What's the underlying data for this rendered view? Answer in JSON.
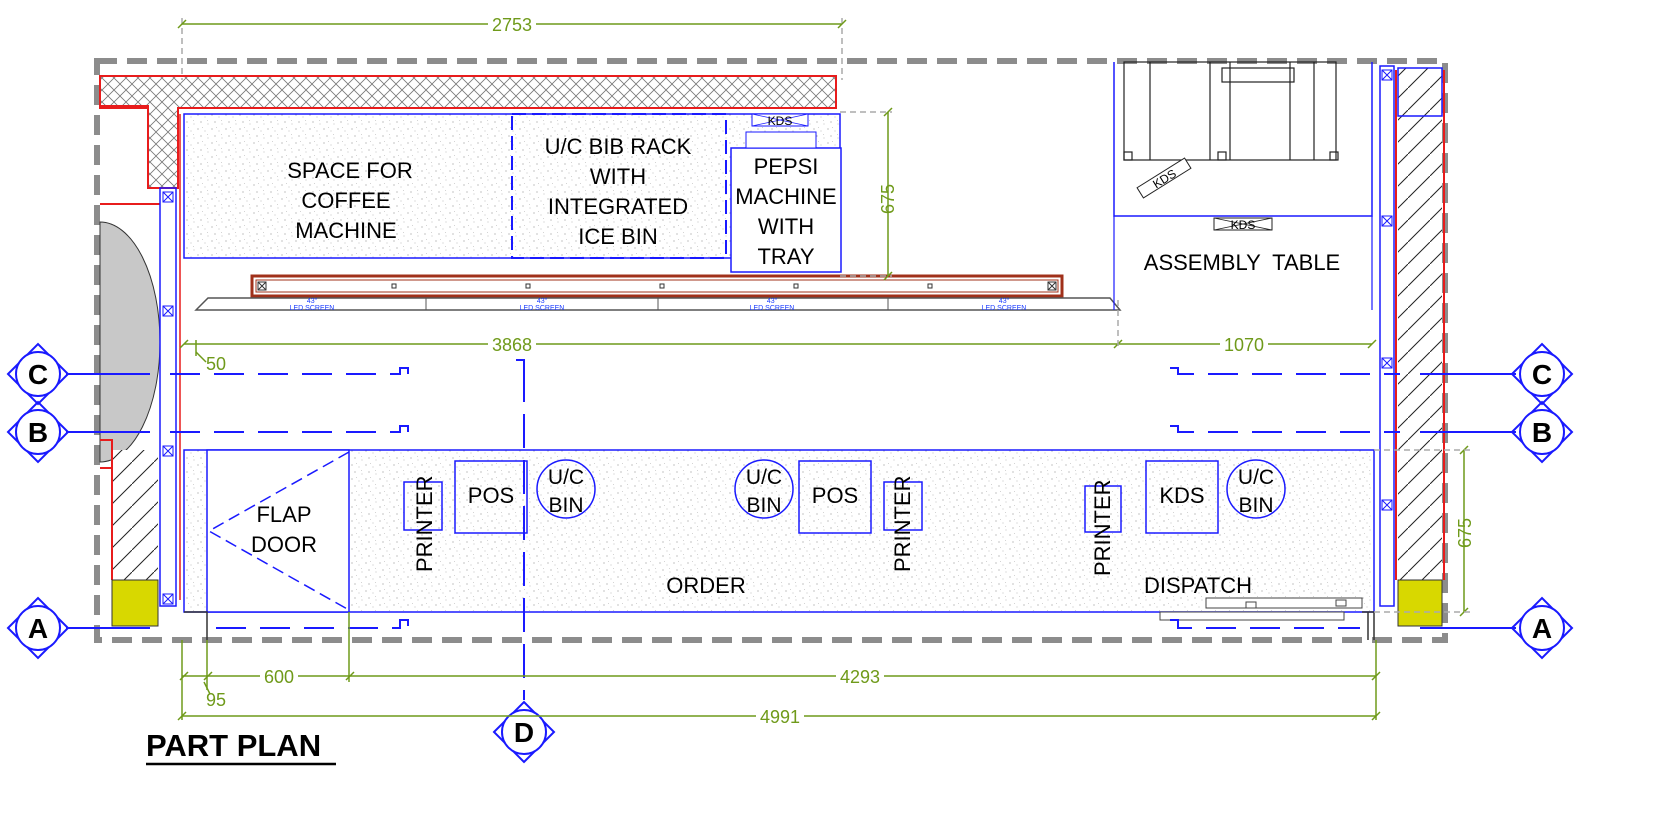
{
  "zones": {
    "coffee": [
      "SPACE FOR",
      "COFFEE",
      "MACHINE"
    ],
    "bib_rack": [
      "U/C BIB RACK",
      "WITH",
      "INTEGRATED",
      "ICE BIN"
    ],
    "pepsi": [
      "PEPSI",
      "MACHINE",
      "WITH",
      "TRAY"
    ],
    "assembly": "ASSEMBLY  TABLE",
    "flap": [
      "FLAP",
      "DOOR"
    ],
    "order": "ORDER",
    "dispatch": "DISPATCH"
  },
  "equipment": {
    "kds": "KDS",
    "pos": "POS",
    "printer": "PRINTER",
    "uc_bin": [
      "U/C",
      "BIN"
    ],
    "led_screen": "LED SCREEN",
    "led_size": "43\""
  },
  "dimensions": {
    "top_width": "2753",
    "counter_depth_top": "675",
    "run_left": "3868",
    "run_right": "1070",
    "offset_left": "50",
    "counter_depth_bottom": "675",
    "flap": "600",
    "front": "4293",
    "total": "4991",
    "offset_bottom": "95"
  },
  "sections": {
    "A": "A",
    "B": "B",
    "C": "C",
    "D": "D"
  },
  "title": "PART PLAN",
  "colors": {
    "line": "#1a1aff",
    "dimension": "#6f9a1a",
    "wall": "#8c8c8c",
    "red": "#e81c1c",
    "yellow": "#d8d800",
    "brown": "#a0301a"
  }
}
